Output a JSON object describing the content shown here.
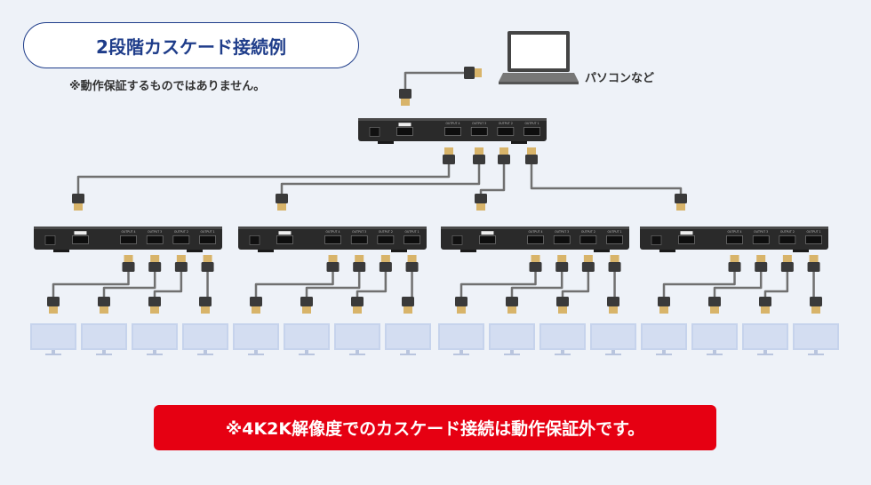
{
  "title": "2段階カスケード接続例",
  "note": "※動作保証するものではありません。",
  "pc_label": "パソコンなど",
  "warning": "※4K2K解像度でのカスケード接続は動作保証外です。",
  "splitter": {
    "levels": 2,
    "outputs_per_splitter": 4,
    "port_labels": [
      "OUTPUT 4",
      "OUTPUT 3",
      "OUTPUT 2",
      "OUTPUT 1"
    ]
  },
  "colors": {
    "title": "#1f3d8a",
    "warning_bg": "#e60012",
    "cable": "#707070",
    "plug_gold": "#d8b46a",
    "monitor": "#c6d3ec",
    "device": "#2a2a2a",
    "background": "#eef2f8"
  },
  "icons": {
    "pc": "laptop-icon",
    "splitter": "hdmi-splitter-icon",
    "monitor": "monitor-icon",
    "plug": "hdmi-plug-icon"
  }
}
